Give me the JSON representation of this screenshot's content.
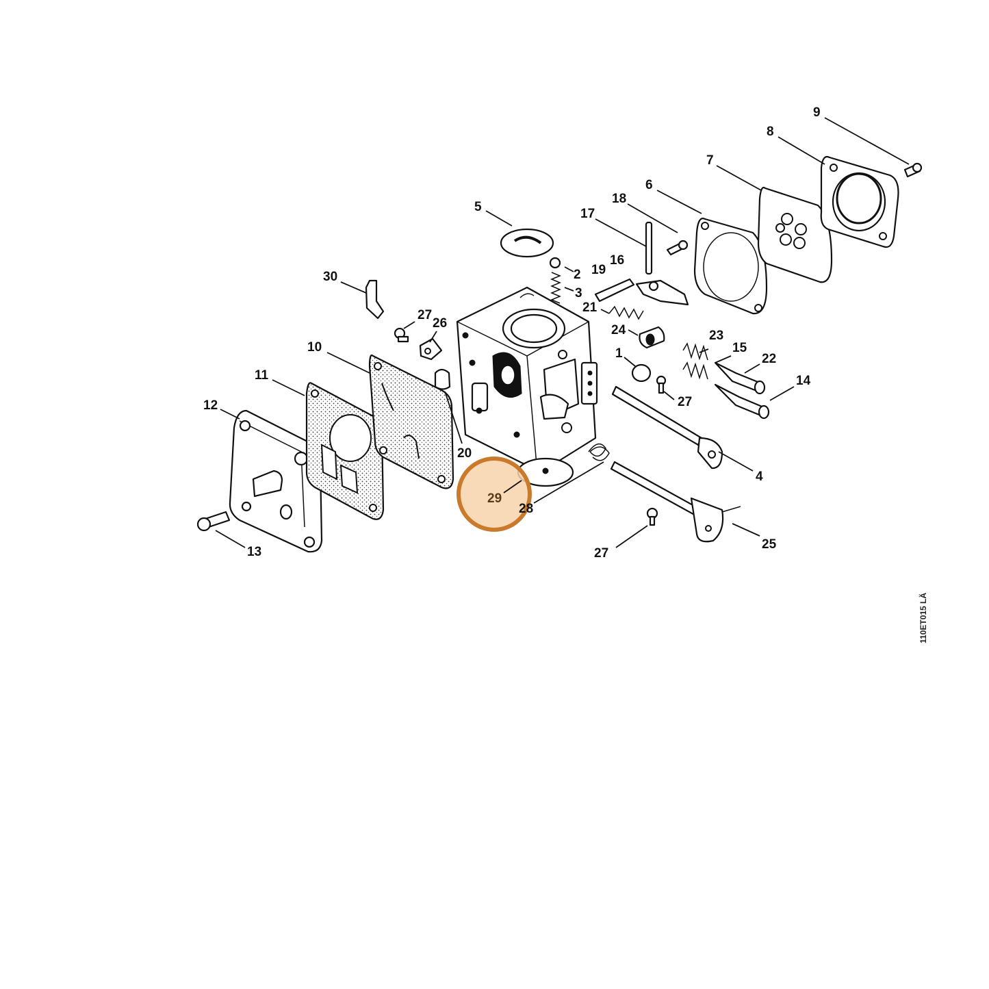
{
  "figure_code": "110ET015 LÄ",
  "highlight": {
    "label": "29",
    "color": "#c97a2b",
    "fill": "#f7d3ac"
  },
  "callouts": {
    "c1": "1",
    "c2": "2",
    "c3": "3",
    "c4": "4",
    "c5": "5",
    "c6": "6",
    "c7": "7",
    "c8": "8",
    "c9": "9",
    "c10": "10",
    "c11": "11",
    "c12": "12",
    "c13": "13",
    "c14": "14",
    "c15": "15",
    "c16": "16",
    "c17": "17",
    "c18": "18",
    "c19": "19",
    "c20": "20",
    "c21": "21",
    "c22": "22",
    "c23": "23",
    "c24": "24",
    "c25": "25",
    "c26": "26",
    "c27a": "27",
    "c27b": "27",
    "c27c": "27",
    "c28": "28",
    "c29": "29",
    "c30": "30"
  }
}
